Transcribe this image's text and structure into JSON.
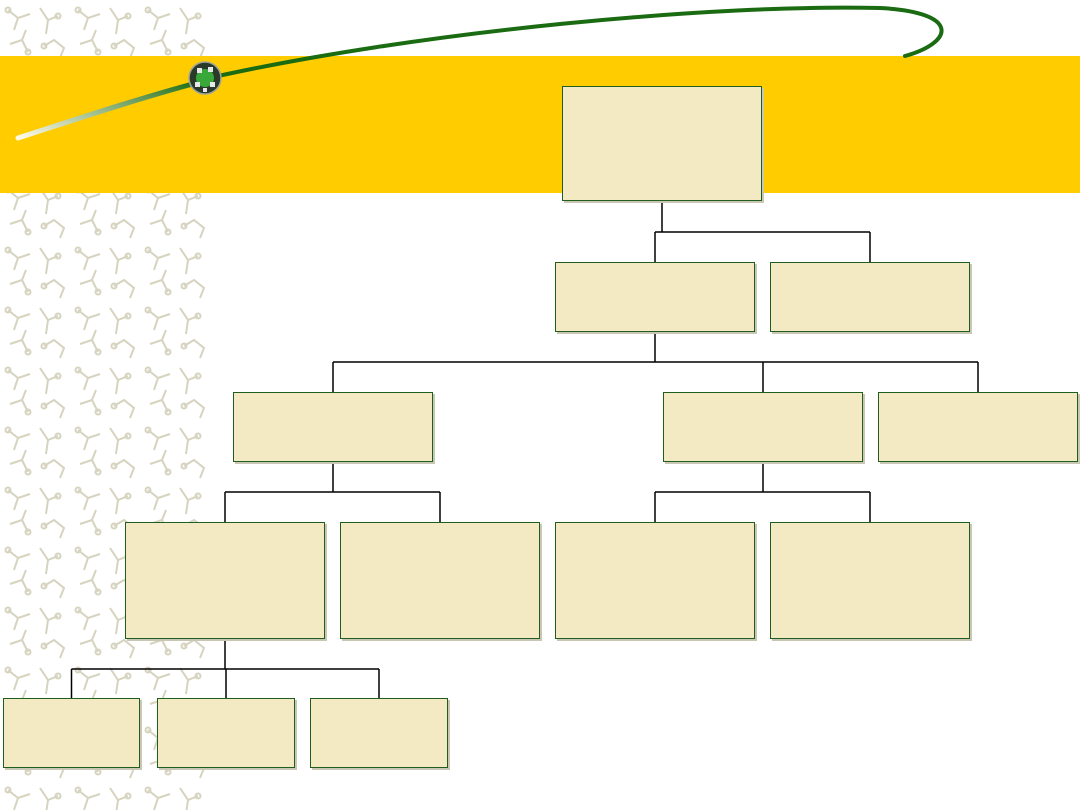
{
  "theme": {
    "header_band": "#ffcc00",
    "pattern_color": "#d6d3bf",
    "node_fill": "#f3e9c3",
    "node_border": "#1f5e1f",
    "connector": "#000000",
    "orbit": "#1a6b12"
  },
  "nodes": [
    {
      "id": "root",
      "label": ""
    },
    {
      "id": "l1a",
      "label": ""
    },
    {
      "id": "l1b",
      "label": ""
    },
    {
      "id": "l2a",
      "label": ""
    },
    {
      "id": "l2b",
      "label": ""
    },
    {
      "id": "l2c",
      "label": ""
    },
    {
      "id": "l3a",
      "label": ""
    },
    {
      "id": "l3b",
      "label": ""
    },
    {
      "id": "l3c",
      "label": ""
    },
    {
      "id": "l3d",
      "label": ""
    },
    {
      "id": "l4a",
      "label": ""
    },
    {
      "id": "l4b",
      "label": ""
    },
    {
      "id": "l4c",
      "label": ""
    }
  ],
  "edges": [
    [
      "root",
      "l1a"
    ],
    [
      "root",
      "l1b"
    ],
    [
      "l1a",
      "l2a"
    ],
    [
      "l1a",
      "l2b"
    ],
    [
      "l1a",
      "l2c"
    ],
    [
      "l2a",
      "l3a"
    ],
    [
      "l2a",
      "l3b"
    ],
    [
      "l2b",
      "l3c"
    ],
    [
      "l2b",
      "l3d"
    ],
    [
      "l3a",
      "l4a"
    ],
    [
      "l3a",
      "l4b"
    ],
    [
      "l3a",
      "l4c"
    ]
  ]
}
